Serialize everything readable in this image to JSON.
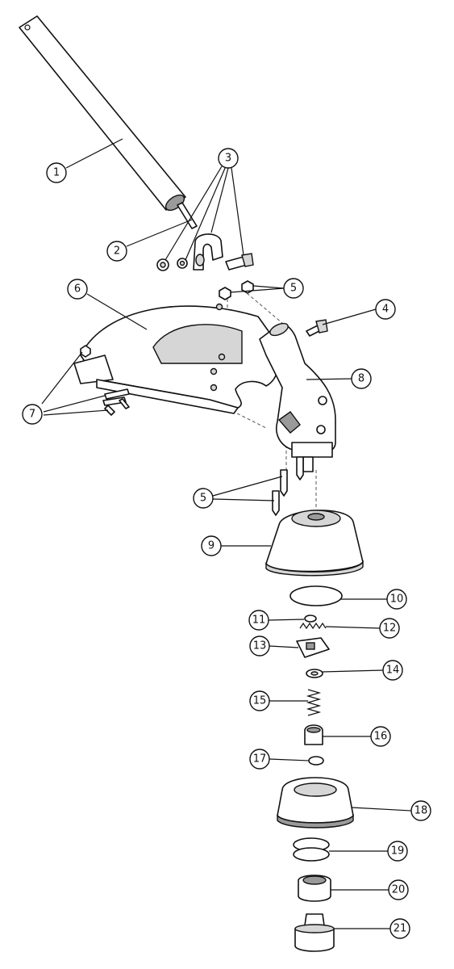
{
  "callouts": [
    {
      "label": "1"
    },
    {
      "label": "2"
    },
    {
      "label": "3"
    },
    {
      "label": "4"
    },
    {
      "label": "5"
    },
    {
      "label": "5"
    },
    {
      "label": "6"
    },
    {
      "label": "7"
    },
    {
      "label": "8"
    },
    {
      "label": "9"
    },
    {
      "label": "10"
    },
    {
      "label": "11"
    },
    {
      "label": "12"
    },
    {
      "label": "13"
    },
    {
      "label": "14"
    },
    {
      "label": "15"
    },
    {
      "label": "16"
    },
    {
      "label": "17"
    },
    {
      "label": "18"
    },
    {
      "label": "19"
    },
    {
      "label": "20"
    },
    {
      "label": "21"
    }
  ]
}
